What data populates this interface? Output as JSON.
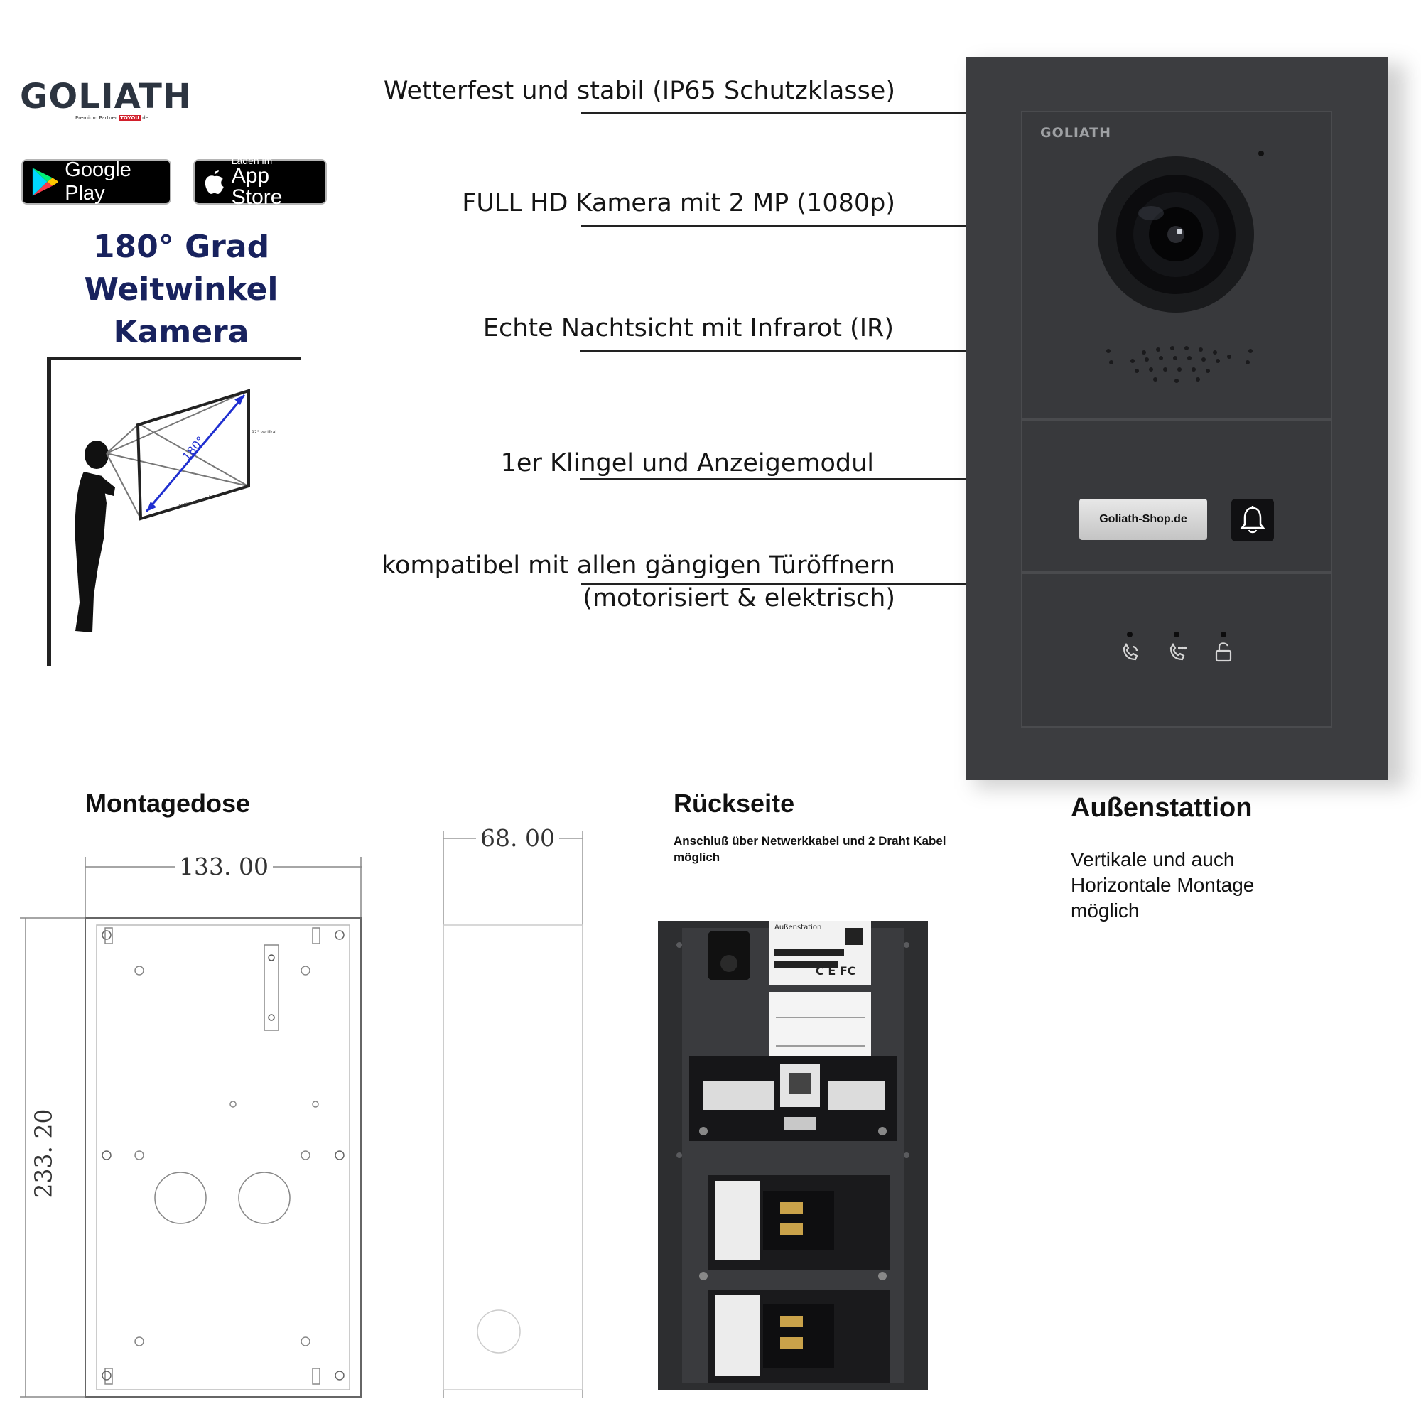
{
  "brand": {
    "logo_text": "GOLIATH",
    "logo_subtitle": "Premium Partner",
    "logo_partner": "TOYOU",
    "logo_domain": ".de"
  },
  "badges": {
    "google_play": "Google Play",
    "app_store_small": "Laden im",
    "app_store_big": "App Store"
  },
  "headline": {
    "line1": "180° Grad",
    "line2": "Weitwinkel Kamera"
  },
  "diagram": {
    "angle_label": "180°",
    "vertical_label": "92° vertikal",
    "horizontal_label": "180° horizontal"
  },
  "features": [
    "Wetterfest und stabil (IP65 Schutzklasse)",
    "FULL HD Kamera mit 2 MP (1080p)",
    "Echte Nachtsicht mit Infrarot (IR)",
    "1er Klingel und Anzeigemodul",
    "kompatibel mit allen gängigen Türöffnern",
    "(motorisiert & elektrisch)"
  ],
  "device": {
    "logo": "GOLIATH",
    "nameplate": "Goliath-Shop.de"
  },
  "montagedose": {
    "title": "Montagedose",
    "width": "133. 00",
    "height": "233. 20",
    "depth": "68. 00"
  },
  "rueckseite": {
    "title": "Rückseite",
    "subtitle": "Anschluß über Netwerkkabel und 2 Draht Kabel möglich",
    "label_title": "Außenstation"
  },
  "aussenstation": {
    "title": "Außenstattion",
    "text": "Vertikale und auch Horizontale Montage möglich"
  },
  "colors": {
    "headline": "#18225e",
    "device_body": "#3c3d40",
    "badge_bg": "#000000"
  }
}
